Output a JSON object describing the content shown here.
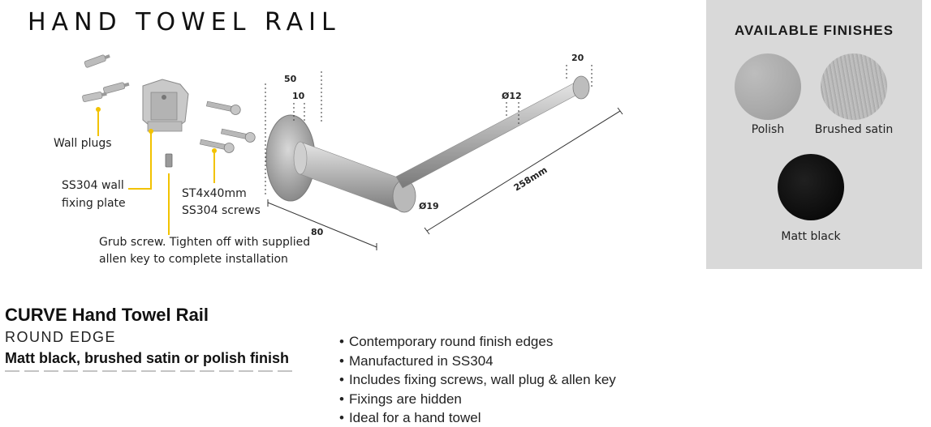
{
  "title": "HAND TOWEL RAIL",
  "diagram": {
    "dim_50": "50",
    "dim_10": "10",
    "dim_20": "20",
    "dim_o12": "Ø12",
    "dim_o19": "Ø19",
    "dim_80": "80",
    "dim_258": "258mm",
    "wall_plugs": "Wall plugs",
    "fixing_plate_1": "SS304 wall",
    "fixing_plate_2": "fixing plate",
    "screws_1": "ST4x40mm",
    "screws_2": "SS304 screws",
    "grub_1": "Grub screw. Tighten off with supplied",
    "grub_2": "allen key to complete installation"
  },
  "finishes": {
    "heading": "AVAILABLE FINISHES",
    "items": [
      {
        "label": "Polish",
        "color": "#aaaaaa"
      },
      {
        "label": "Brushed satin",
        "color": "#b7b7b7"
      },
      {
        "label": "Matt black",
        "color": "#0d0d0d"
      }
    ]
  },
  "product": {
    "name_bold": "CURVE",
    "name_rest": "Hand Towel Rail",
    "subtitle": "ROUND EDGE",
    "finish_line": "Matt black, brushed satin or polish finish"
  },
  "features": [
    "Contemporary round finish edges",
    "Manufactured in SS304",
    "Includes fixing screws, wall plug & allen key",
    "Fixings are hidden",
    "Ideal for a hand towel"
  ]
}
